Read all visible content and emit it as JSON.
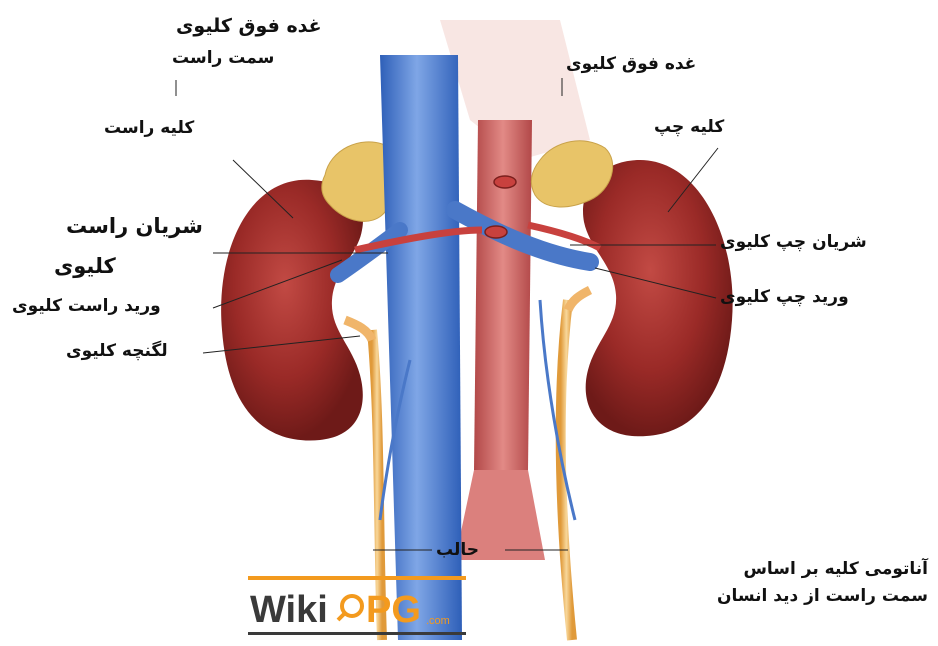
{
  "labels": {
    "adrenal_right_line1": "غده فوق کلیوی",
    "adrenal_right_line2": "سمت راست",
    "kidney_right": "کلیه راست",
    "adrenal_left": "غده فوق کلیوی",
    "kidney_left": "کلیه چپ",
    "renal_artery_right_line1": "شریان راست",
    "renal_artery_right_line2": "کلیوی",
    "renal_vein_right": "ورید راست کلیوی",
    "renal_pelvis": "لگنچه کلیوی",
    "renal_artery_left": "شریان چپ کلیوی",
    "renal_vein_left": "ورید چپ کلیوی",
    "ureter": "حالب"
  },
  "caption": {
    "line1": "آناتومی کلیه بر اساس",
    "line2": "سمت راست از دید انسان"
  },
  "logo": {
    "text_wiki": "Wiki",
    "text_pg": "PG",
    "text_com": ".com",
    "color_orange": "#f39a1e",
    "color_dark": "#3a3a3a"
  },
  "colors": {
    "kidney": "#9a2a27",
    "vein": "#4a78c8",
    "artery": "#c8413e",
    "adrenal": "#e8c468",
    "ureter": "#f0b56a"
  }
}
